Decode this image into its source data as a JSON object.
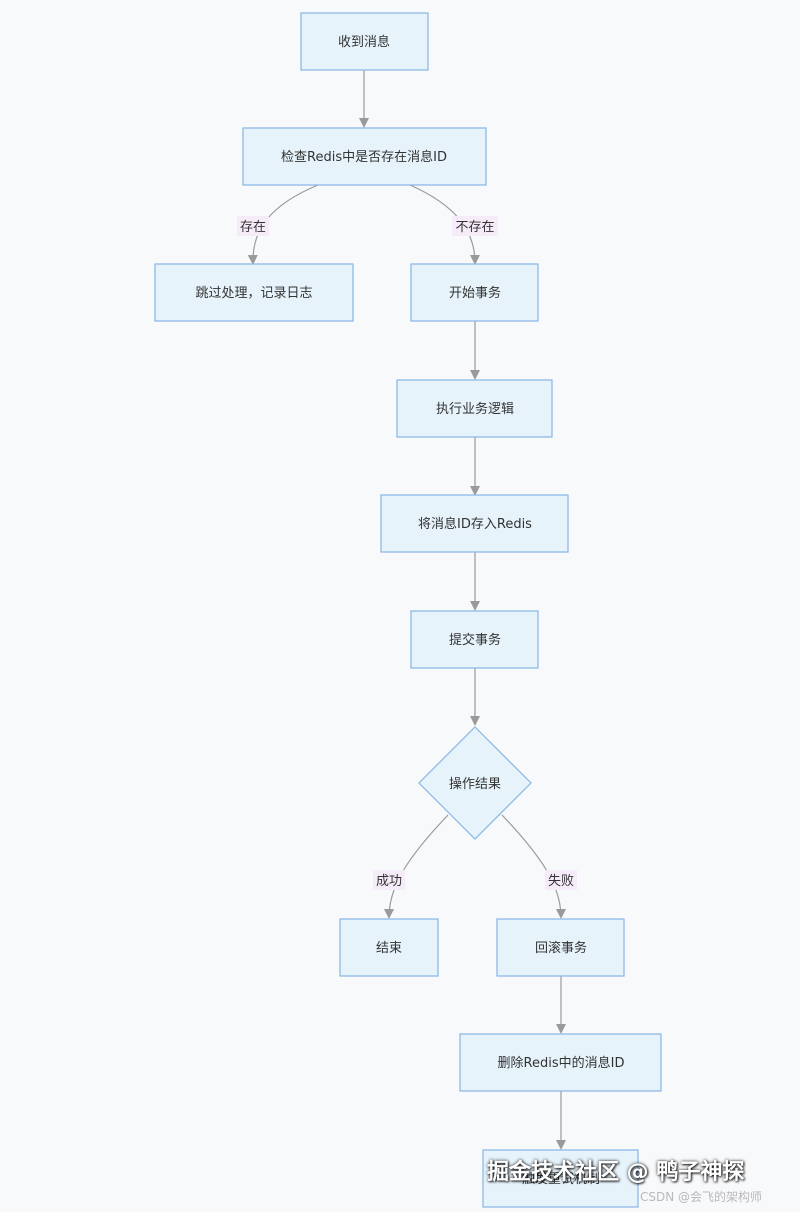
{
  "flowchart": {
    "nodes": {
      "receive": "收到消息",
      "check": "检查Redis中是否存在消息ID",
      "skip": "跳过处理，记录日志",
      "begin_tx": "开始事务",
      "exec": "执行业务逻辑",
      "save_id": "将消息ID存入Redis",
      "commit": "提交事务",
      "result": "操作结果",
      "end": "结束",
      "rollback": "回滚事务",
      "delete_id": "删除Redis中的消息ID",
      "retry": "触发重试机制"
    },
    "edge_labels": {
      "exists": "存在",
      "not_exists": "不存在",
      "success": "成功",
      "fail": "失败"
    }
  },
  "watermark": {
    "main": "掘金技术社区 @ 鸭子神探",
    "sub": "CSDN @会飞的架构师"
  }
}
